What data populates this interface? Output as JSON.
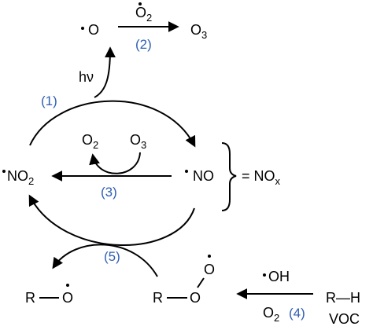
{
  "colors": {
    "ink": "#000000",
    "step_label": "#2f5fb3"
  },
  "species": {
    "o_radical": "O",
    "o2_top": "O2",
    "o3_top": "O3",
    "hv": "hν",
    "no2": "NO2",
    "no": "NO",
    "nox_eq": "= NOx",
    "o2_mid": "O2",
    "o3_mid": "O3",
    "ro_r": "R",
    "ro_o": "O",
    "roo_r": "R",
    "roo_o1": "O",
    "roo_o2": "O",
    "oh": "OH",
    "o2_bottom": "O2",
    "rh": "R—H",
    "voc": "VOC"
  },
  "steps": {
    "s1": "(1)",
    "s2": "(2)",
    "s3": "(3)",
    "s4": "(4)",
    "s5": "(5)"
  }
}
